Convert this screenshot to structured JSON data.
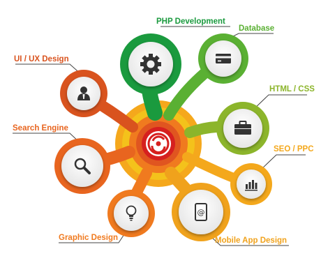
{
  "colors": {
    "orange_dark": "#d9531e",
    "orange": "#f07a1f",
    "amber": "#f5a81c",
    "yellow": "#f4c81b",
    "green": "#2aa84a",
    "lime": "#8cc63e",
    "leader": "#333333",
    "center_red": "#d6201f"
  },
  "nodes": [
    {
      "label": "PHP Development",
      "icon": "gear-icon",
      "color": "#1a9a3e"
    },
    {
      "label": "Database",
      "icon": "credit-card-icon",
      "color": "#5ab033"
    },
    {
      "label": "UI / UX Design",
      "icon": "user-icon",
      "color": "#d9531e"
    },
    {
      "label": "HTML / CSS",
      "icon": "briefcase-icon",
      "color": "#8cb52b"
    },
    {
      "label": "Search Engine",
      "icon": "magnifier-icon",
      "color": "#e8651f"
    },
    {
      "label": "SEO / PPC",
      "icon": "bar-chart-icon",
      "color": "#f4a81c"
    },
    {
      "label": "Graphic Design",
      "icon": "lightbulb-icon",
      "color": "#f07a1f"
    },
    {
      "label": "Mobile App Design",
      "icon": "mobile-icon",
      "color": "#f0a21c"
    }
  ],
  "center": {
    "icon": "brand-logo-icon"
  }
}
